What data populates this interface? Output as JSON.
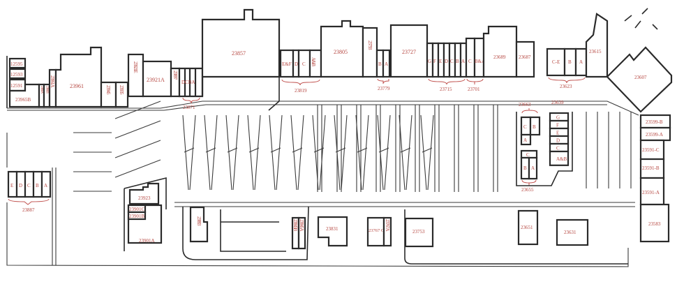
{
  "title": "Shopping center site plan",
  "units": {
    "u12595": "12595",
    "u12593": "12593",
    "u12591": "12591",
    "u23965B": "23965B",
    "u23965A_v": "23965A",
    "u23965B_v": "23965B",
    "u23961A": "23961A",
    "u23961": "23961",
    "u23945": "23945",
    "u23935": "23935",
    "u23921E": "23921E",
    "u23921A": "23921A",
    "u23897": "23897",
    "u23871_units": "DCBA",
    "u23871": "23871",
    "u23857": "23857",
    "uEF": "E&F",
    "uD1": "D",
    "uC1": "C",
    "uAB1": "A&B",
    "u23819": "23819",
    "u23805": "23805",
    "u23793": "23793",
    "uB2": "B",
    "uA2": "A",
    "u23779": "23779",
    "u23727": "23727",
    "u23715_units": [
      "G",
      "F",
      "E",
      "D",
      "C",
      "B",
      "A"
    ],
    "u23715": "23715",
    "uC3": "C",
    "uBA3": "B&A",
    "u23701": "23701",
    "u23689": "23689",
    "u23687": "23687",
    "uCE4": "C-E",
    "uB4": "B",
    "uA4": "A",
    "u23623": "23623",
    "u23615": "23615",
    "u23607": "23607",
    "u23599B": "23599-B",
    "u23599A": "23599-A",
    "u23591C": "23591-C",
    "u23591B": "23591-B",
    "u23591A": "23591-A",
    "u23583": "23583",
    "u23663": "23663",
    "u23663_units": [
      "C",
      "B",
      "A"
    ],
    "u23655": "23655",
    "u23655_units": [
      "C",
      "B",
      "A"
    ],
    "u23639": "23639",
    "u23639_units": [
      "G",
      "F",
      "E",
      "D",
      "C",
      "A&B"
    ],
    "u23651": "23651",
    "u23631": "23631",
    "u23887_units": [
      "E",
      "D",
      "C",
      "B",
      "A"
    ],
    "u23887": "23887",
    "u23923": "23923",
    "u23901C": "23901C",
    "u23901B": "23901B",
    "u23901A": "23901A",
    "u23883": "23883",
    "u23845B": "23845B",
    "u23845A": "23845A",
    "u23831": "23831",
    "u23767CD": "23767 C&D",
    "u23767A": "23767A",
    "u23753": "23753"
  },
  "colors": {
    "label": "#b5453f",
    "line": "#2a2a2a"
  }
}
